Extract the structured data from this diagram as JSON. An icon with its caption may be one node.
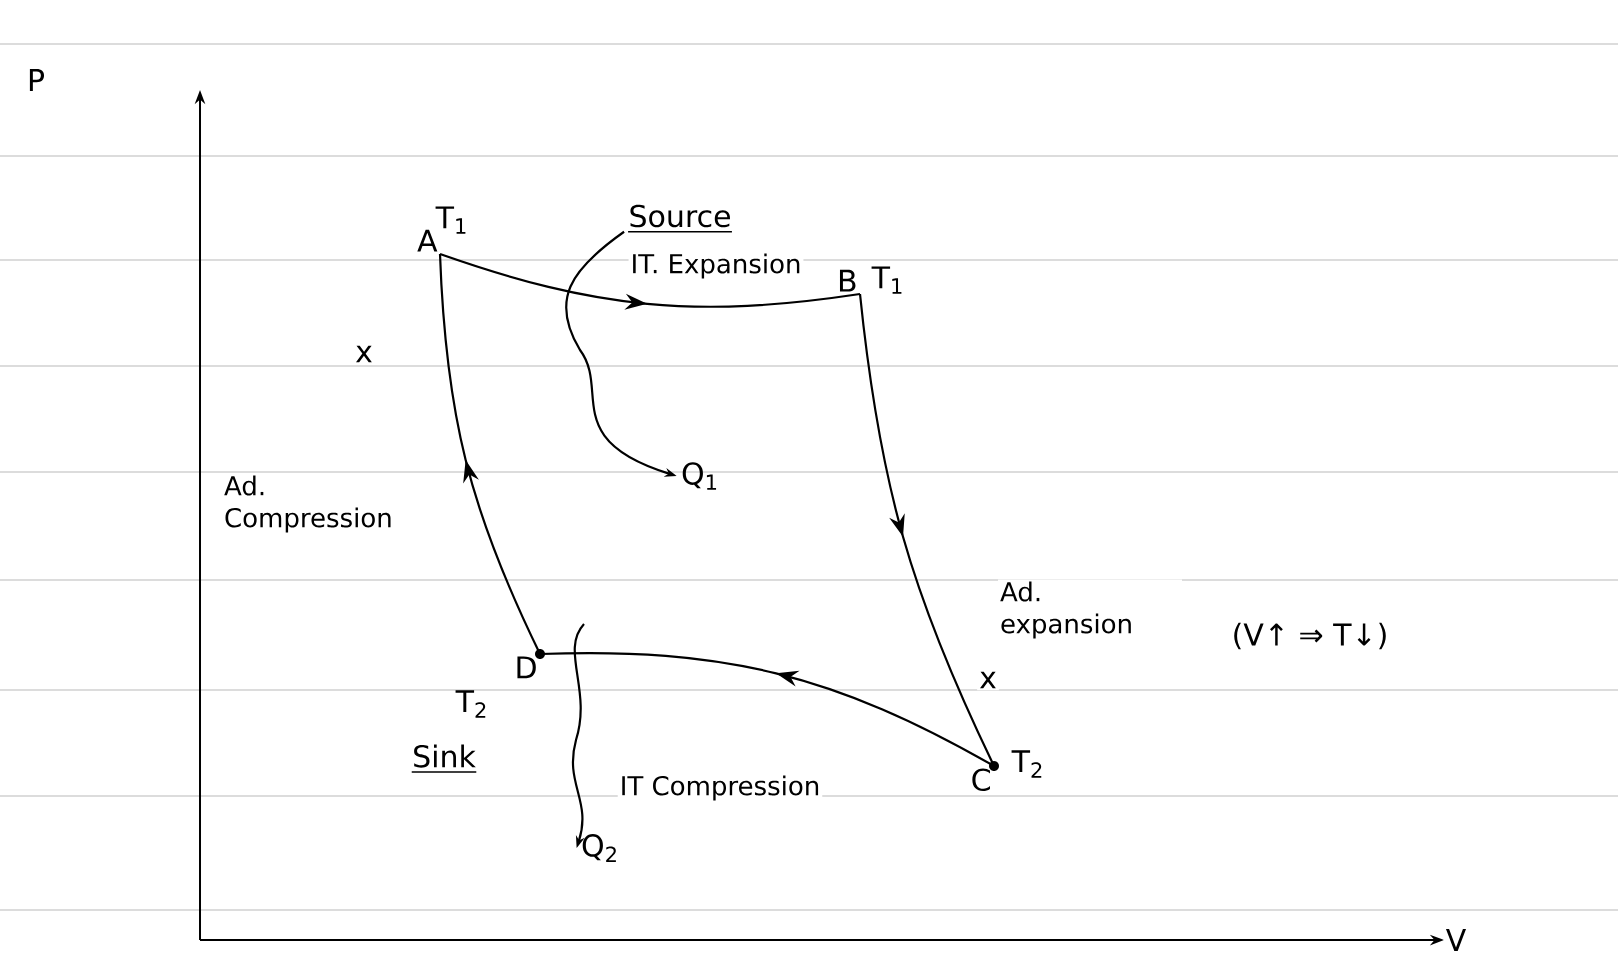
{
  "diagram": {
    "nodes": [
      {
        "text": [
          "A"
        ],
        "beside": [
          "T$_{1}$"
        ]
      },
      {
        "text": [
          "B"
        ],
        "beside": [
          "T$_{1}$"
        ]
      },
      {
        "text": [
          "C"
        ],
        "beside": [
          "T$_{2}$"
        ]
      },
      {
        "text": [
          "D"
        ],
        "beside": [
          "T$_{2}$"
        ]
      },
      {
        "text": [
          "Source"
        ]
      },
      {
        "text": [
          "Q$_{1}$"
        ]
      },
      {
        "text": [
          "Sink"
        ]
      },
      {
        "text": [
          "Q$_{2}$"
        ]
      }
    ],
    "edges": [
      {
        "from": 0,
        "to": 1,
        "arrow": "to",
        "label": "IT. Expansion"
      },
      {
        "from": 1,
        "to": 2,
        "arrow": "to",
        "label": "Ad. expansion"
      },
      {
        "from": 2,
        "to": 3,
        "arrow": "to",
        "label": "IT Compression"
      },
      {
        "from": 3,
        "to": 0,
        "arrow": "to",
        "label": "Ad. Compression"
      },
      {
        "from": 4,
        "to": 5,
        "arrow": "to"
      },
      {
        "from": null,
        "to": 7,
        "arrow": "to"
      }
    ],
    "labels": [
      "P",
      "V",
      "x",
      "x",
      "(V↑ ⇒ T↓)"
    ]
  }
}
